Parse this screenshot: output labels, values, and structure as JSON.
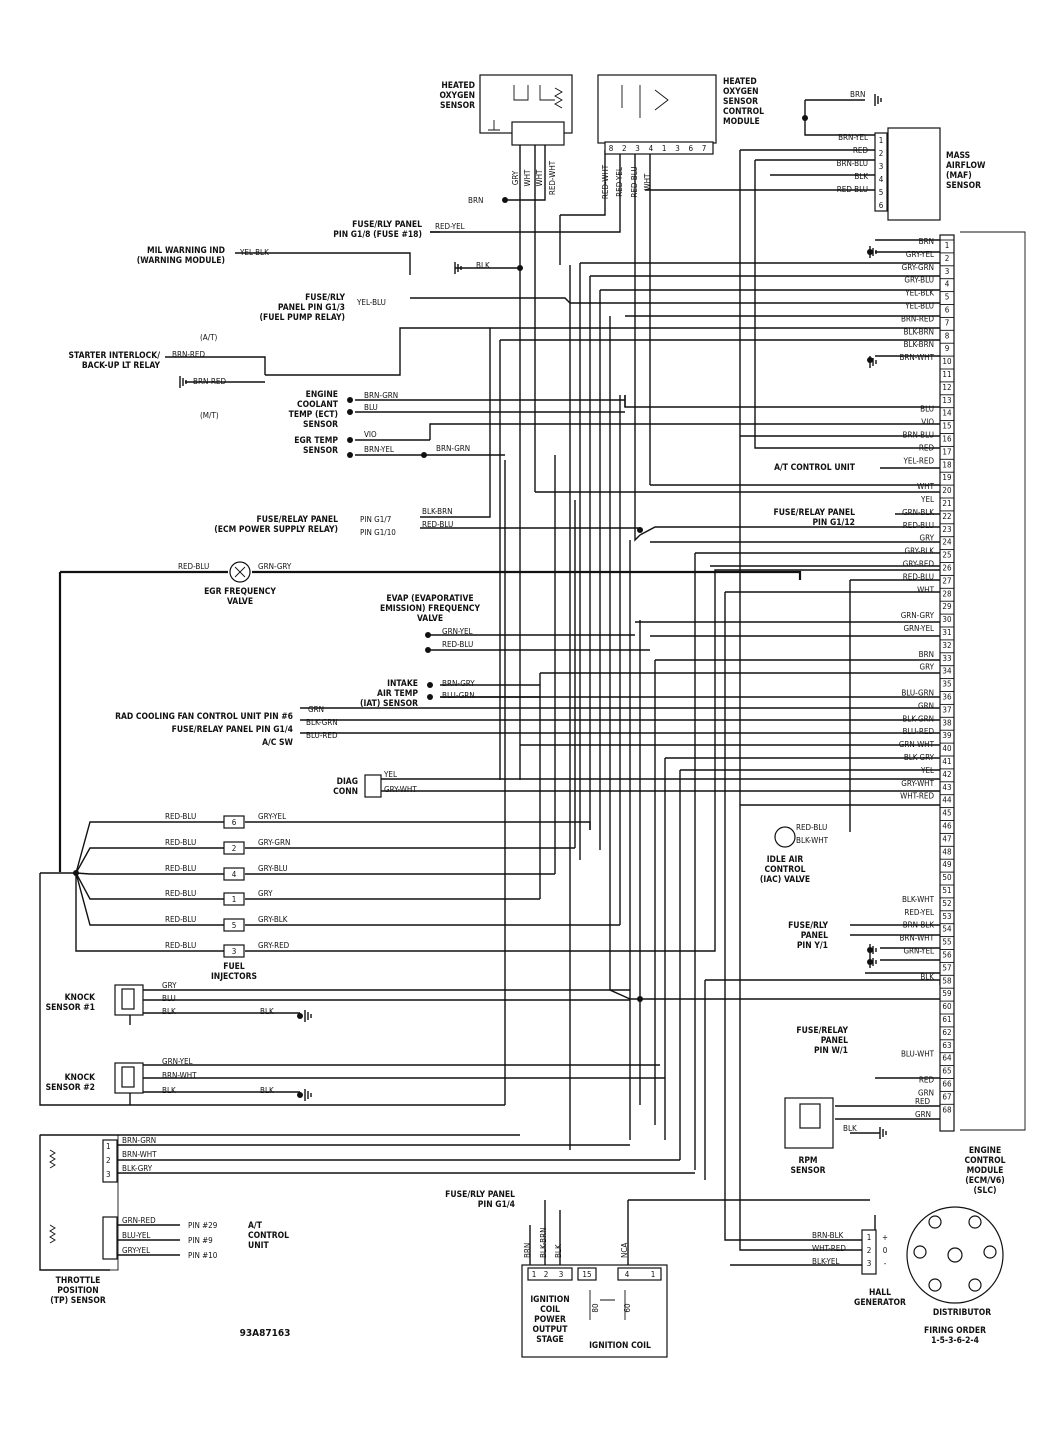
{
  "components": {
    "heated_oxygen_sensor": "HEATED\nOXYGEN\nSENSOR",
    "ho2s_control_module": "HEATED\nOXYGEN\nSENSOR\nCONTROL\nMODULE",
    "mass_airflow_sensor": "MASS\nAIRFLOW\n(MAF)\nSENSOR",
    "mil_warning": "MIL WARNING IND\n(WARNING MODULE)",
    "fuse_rly_panel_g18": "FUSE/RLY PANEL\nPIN G1/8 (FUSE #18)",
    "fuse_rly_panel_g13": "FUSE/RLY\nPANEL PIN G1/3\n(FUEL PUMP RELAY)",
    "starter_interlock": "STARTER INTERLOCK/\nBACK-UP LT RELAY",
    "engine_coolant_temp": "ENGINE\nCOOLANT\nTEMP (ECT)\nSENSOR",
    "egr_temp_sensor": "EGR TEMP\nSENSOR",
    "fuse_relay_panel_ecm": "FUSE/RELAY PANEL\n(ECM POWER SUPPLY RELAY)",
    "egr_frequency_valve": "EGR FREQUENCY\nVALVE",
    "evap_valve": "EVAP (EVAPORATIVE\nEMISSION) FREQUENCY\nVALVE",
    "iat_sensor": "INTAKE\nAIR TEMP\n(IAT) SENSOR",
    "rad_fan": "RAD COOLING FAN CONTROL UNIT PIN #6",
    "fuse_relay_g14": "FUSE/RELAY PANEL PIN G1/4",
    "ac_sw": "A/C SW",
    "diag_conn": "DIAG\nCONN",
    "fuel_injectors": "FUEL\nINJECTORS",
    "knock_sensor_1": "KNOCK\nSENSOR #1",
    "knock_sensor_2": "KNOCK\nSENSOR #2",
    "throttle_position": "THROTTLE\nPOSITION\n(TP) SENSOR",
    "ac_control_unit_tp": "A/T\nCONTROL\nUNIT",
    "ignition_coil_stage": "IGNITION\nCOIL\nPOWER\nOUTPUT\nSTAGE",
    "ignition_coil": "IGNITION COIL",
    "fuse_rly_g14_bottom": "FUSE/RLY PANEL\nPIN G1/4",
    "hall_generator": "HALL\nGENERATOR",
    "distributor": "DISTRIBUTOR",
    "firing_order": "FIRING ORDER\n1-5-3-6-2-4",
    "ecm": "ENGINE\nCONTROL\nMODULE\n(ECM/V6)\n(SLC)",
    "rpm_sensor": "RPM\nSENSOR",
    "idle_air_control": "IDLE AIR\nCONTROL\n(IAC) VALVE",
    "at_control_unit": "A/T CONTROL UNIT",
    "fuse_relay_panel_g112": "FUSE/RELAY PANEL\nPIN G1/12",
    "fuse_rly_panel_y1": "FUSE/RLY\nPANEL\nPIN Y/1",
    "fuse_relay_panel_w1": "FUSE/RELAY\nPANEL\nPIN W/1",
    "diagram_id": "93A87163"
  },
  "labels": {
    "at": "(A/T)",
    "mt": "(M/T)",
    "pin_g17": "PIN G1/7",
    "pin_g110": "PIN G1/10",
    "pin29": "PIN #29",
    "pin9": "PIN #9",
    "pin10": "PIN #10"
  },
  "ecm_pins": [
    {
      "pin": "1",
      "wire": "BRN"
    },
    {
      "pin": "2",
      "wire": "GRY-YEL"
    },
    {
      "pin": "3",
      "wire": "GRY-GRN"
    },
    {
      "pin": "4",
      "wire": "GRY-BLU"
    },
    {
      "pin": "5",
      "wire": "YEL-BLK"
    },
    {
      "pin": "6",
      "wire": "YEL-BLU"
    },
    {
      "pin": "7",
      "wire": "BRN-RED"
    },
    {
      "pin": "8",
      "wire": "BLK-BRN"
    },
    {
      "pin": "9",
      "wire": "BLK-BRN"
    },
    {
      "pin": "10",
      "wire": "BRN-WHT"
    },
    {
      "pin": "11",
      "wire": ""
    },
    {
      "pin": "12",
      "wire": ""
    },
    {
      "pin": "13",
      "wire": ""
    },
    {
      "pin": "14",
      "wire": "BLU"
    },
    {
      "pin": "15",
      "wire": "VIO"
    },
    {
      "pin": "16",
      "wire": "BRN-BLU"
    },
    {
      "pin": "17",
      "wire": "RED"
    },
    {
      "pin": "18",
      "wire": "YEL-RED"
    },
    {
      "pin": "19",
      "wire": ""
    },
    {
      "pin": "20",
      "wire": "WHT"
    },
    {
      "pin": "21",
      "wire": "YEL"
    },
    {
      "pin": "22",
      "wire": "GRN-BLK"
    },
    {
      "pin": "23",
      "wire": "RED-BLU"
    },
    {
      "pin": "24",
      "wire": "GRY"
    },
    {
      "pin": "25",
      "wire": "GRY-BLK"
    },
    {
      "pin": "26",
      "wire": "GRY-RED"
    },
    {
      "pin": "27",
      "wire": "RED-BLU"
    },
    {
      "pin": "28",
      "wire": "WHT"
    },
    {
      "pin": "29",
      "wire": ""
    },
    {
      "pin": "30",
      "wire": "GRN-GRY"
    },
    {
      "pin": "31",
      "wire": "GRN-YEL"
    },
    {
      "pin": "32",
      "wire": ""
    },
    {
      "pin": "33",
      "wire": "BRN"
    },
    {
      "pin": "34",
      "wire": "GRY"
    },
    {
      "pin": "35",
      "wire": ""
    },
    {
      "pin": "36",
      "wire": "BLU-GRN"
    },
    {
      "pin": "37",
      "wire": "GRN"
    },
    {
      "pin": "38",
      "wire": "BLK-GRN"
    },
    {
      "pin": "39",
      "wire": "BLU-RED"
    },
    {
      "pin": "40",
      "wire": "GRN-WHT"
    },
    {
      "pin": "41",
      "wire": "BLK-GRY"
    },
    {
      "pin": "42",
      "wire": "YEL"
    },
    {
      "pin": "43",
      "wire": "GRY-WHT"
    },
    {
      "pin": "44",
      "wire": "WHT-RED"
    },
    {
      "pin": "45",
      "wire": ""
    },
    {
      "pin": "46",
      "wire": ""
    },
    {
      "pin": "47",
      "wire": ""
    },
    {
      "pin": "48",
      "wire": ""
    },
    {
      "pin": "49",
      "wire": ""
    },
    {
      "pin": "50",
      "wire": ""
    },
    {
      "pin": "51",
      "wire": ""
    },
    {
      "pin": "52",
      "wire": "BLK-WHT"
    },
    {
      "pin": "53",
      "wire": "RED-YEL"
    },
    {
      "pin": "54",
      "wire": "BRN-BLK"
    },
    {
      "pin": "55",
      "wire": "BRN-WHT"
    },
    {
      "pin": "56",
      "wire": "GRN-YEL"
    },
    {
      "pin": "57",
      "wire": ""
    },
    {
      "pin": "58",
      "wire": "BLK"
    },
    {
      "pin": "59",
      "wire": ""
    },
    {
      "pin": "60",
      "wire": ""
    },
    {
      "pin": "61",
      "wire": ""
    },
    {
      "pin": "62",
      "wire": ""
    },
    {
      "pin": "63",
      "wire": ""
    },
    {
      "pin": "64",
      "wire": "BLU-WHT"
    },
    {
      "pin": "65",
      "wire": ""
    },
    {
      "pin": "66",
      "wire": "RED"
    },
    {
      "pin": "67",
      "wire": "GRN"
    },
    {
      "pin": "68",
      "wire": ""
    }
  ],
  "maf_pins": [
    {
      "pin": "1",
      "wire": "BRN-YEL"
    },
    {
      "pin": "2",
      "wire": "RED"
    },
    {
      "pin": "3",
      "wire": "BRN-BLU"
    },
    {
      "pin": "4",
      "wire": "BLK"
    },
    {
      "pin": "5",
      "wire": "RED-BLU"
    },
    {
      "pin": "6",
      "wire": ""
    }
  ],
  "ho2s_module_pins": [
    "8",
    "2",
    "3",
    "4",
    "1",
    "3",
    "6",
    "7"
  ],
  "ho2s_wires": [
    "GRY",
    "WHT",
    "WHT",
    "RED-WHT"
  ],
  "ho2s_module_wires": [
    "RED-WHT",
    "RED-YEL",
    "RED-BLU",
    "WHT"
  ],
  "injectors": [
    {
      "num": "6",
      "in": "RED-BLU",
      "out": "GRY-YEL"
    },
    {
      "num": "2",
      "in": "RED-BLU",
      "out": "GRY-GRN"
    },
    {
      "num": "4",
      "in": "RED-BLU",
      "out": "GRY-BLU"
    },
    {
      "num": "1",
      "in": "RED-BLU",
      "out": "GRY"
    },
    {
      "num": "5",
      "in": "RED-BLU",
      "out": "GRY-BLK"
    },
    {
      "num": "3",
      "in": "RED-BLU",
      "out": "GRY-RED"
    }
  ],
  "wires": {
    "brn": "BRN",
    "red_yel": "RED-YEL",
    "yel_blk": "YEL-BLK",
    "blk": "BLK",
    "yel_blu": "YEL-BLU",
    "brn_red": "BRN-RED",
    "brn_grn": "BRN-GRN",
    "blu": "BLU",
    "vio": "VIO",
    "brn_yel": "BRN-YEL",
    "blk_brn": "BLK-BRN",
    "red_blu": "RED-BLU",
    "grn_gry": "GRN-GRY",
    "grn_yel": "GRN-YEL",
    "brn_gry": "BRN-GRY",
    "blu_grn": "BLU-GRN",
    "grn": "GRN",
    "blk_grn": "BLK-GRN",
    "blu_red": "BLU-RED",
    "yel": "YEL",
    "gry_wht": "GRY-WHT",
    "gry": "GRY",
    "brn_wht": "BRN-WHT",
    "blk_gry": "BLK-GRY",
    "grn_red": "GRN-RED",
    "blu_yel": "BLU-YEL",
    "gry_yel": "GRY-YEL",
    "blk_wht": "BLK-WHT",
    "nca": "NCA",
    "brn_blk": "BRN-BLK",
    "wht_red": "WHT-RED",
    "blk_yel": "BLK-YEL",
    "red": "RED",
    "blk_brn_vert": "BLK-BRN"
  },
  "coil_pins": [
    "1",
    "2",
    "3",
    "15",
    "4",
    "1"
  ],
  "coil_marks": [
    "80",
    "60"
  ],
  "hall_pins": [
    "1",
    "2",
    "3"
  ],
  "hall_signs": [
    "+",
    "0",
    "-"
  ],
  "knock1_wires": [
    "GRY",
    "BLU",
    "BLK"
  ],
  "knock2_wires": [
    "GRN-YEL",
    "BRN-WHT",
    "BLK"
  ],
  "tp_top_wires": [
    "BRN-GRN",
    "BRN-WHT",
    "BLK-GRY"
  ],
  "tp_top_pins": [
    "1",
    "2",
    "3"
  ],
  "tp_at_wires": [
    "GRN-RED",
    "BLU-YEL",
    "GRY-YEL"
  ]
}
